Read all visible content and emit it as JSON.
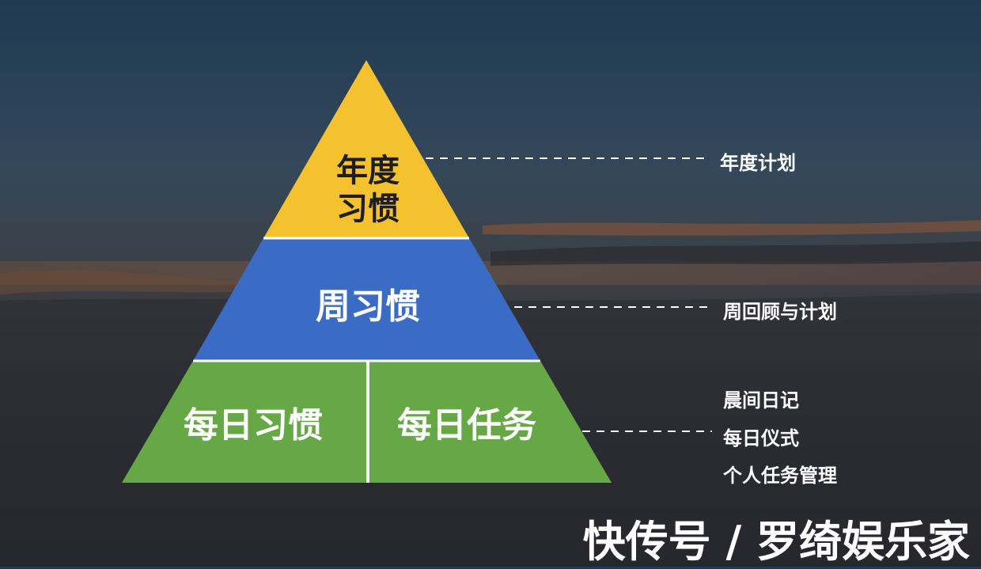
{
  "pyramid": {
    "top": {
      "line1": "年度",
      "line2": "习惯",
      "color": "#f4c12f"
    },
    "middle": {
      "label": "周习惯",
      "color": "#3a6cc6"
    },
    "bottom_left": {
      "label": "每日习惯",
      "color": "#66a845"
    },
    "bottom_right": {
      "label": "每日任务",
      "color": "#66a845"
    }
  },
  "annotations": {
    "annual": "年度计划",
    "weekly": "周回顾与计划",
    "daily": [
      "晨间日记",
      "每日仪式",
      "个人任务管理"
    ]
  },
  "watermark": "快传号 / 罗绮娱乐家"
}
